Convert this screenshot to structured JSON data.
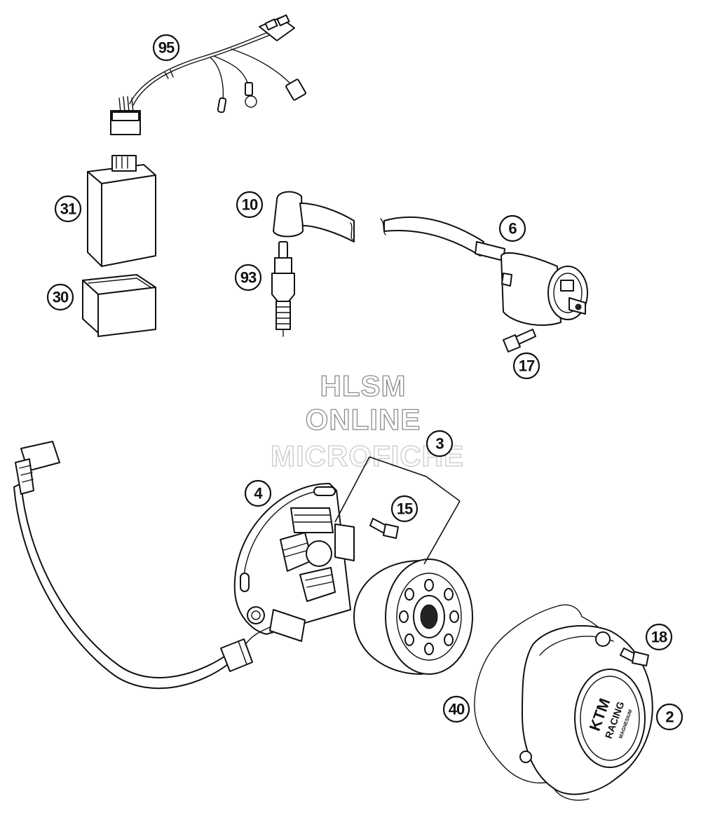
{
  "callouts": {
    "c95": "95",
    "c31": "31",
    "c30": "30",
    "c10": "10",
    "c93": "93",
    "c6": "6",
    "c17": "17",
    "c3": "3",
    "c4": "4",
    "c15": "15",
    "c18": "18",
    "c40": "40",
    "c2": "2"
  },
  "watermark": {
    "line1": "HLSM",
    "line2": "ONLINE",
    "line3": "MICROFICHE"
  },
  "cover_logo": {
    "brand": "KTM",
    "sub": "RACING",
    "line": "MAGNESIUM"
  }
}
